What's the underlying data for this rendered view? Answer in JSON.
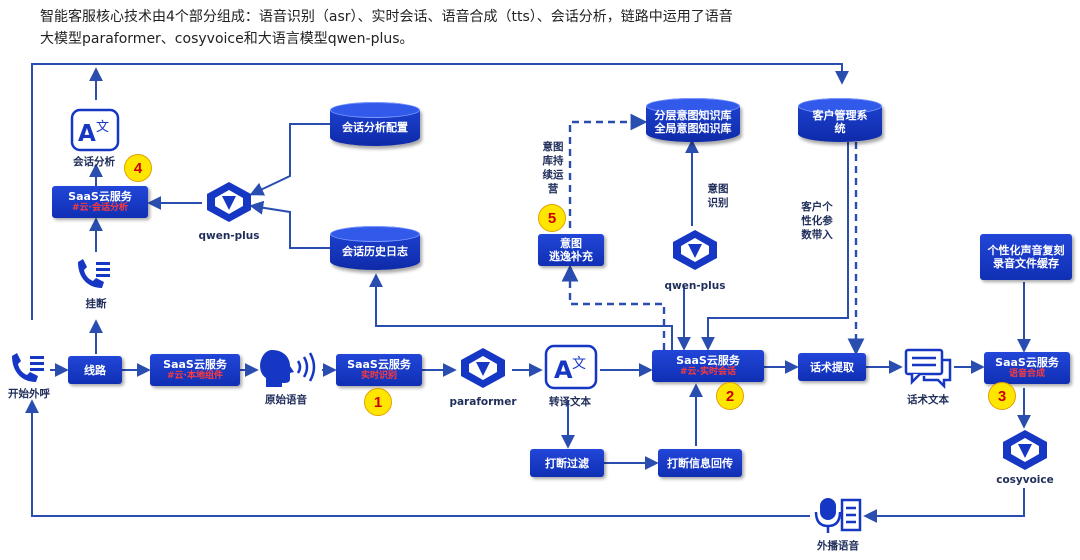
{
  "title": {
    "line1": "智能客服核心技术由4个部分组成：语音识别（asr）、实时会话、语音合成（tts）、会话分析，链路中运用了语音",
    "line2": "大模型paraformer、cosyvoice和大语言模型qwen-plus。"
  },
  "nodes": {
    "start_call": "开始外呼",
    "line": "线路",
    "saas1": {
      "title": "SaaS云服务",
      "sub": "#云·本地组件"
    },
    "raw_voice": "原始语音",
    "saas_asr": {
      "title": "SaaS云服务",
      "sub": "实时识别"
    },
    "paraformer": "paraformer",
    "transcribe_text": "转译文本",
    "saas_chat": {
      "title": "SaaS云服务",
      "sub": "#云·实时会话"
    },
    "script_extract": "话术提取",
    "script_text": "话术文本",
    "saas_tts": {
      "title": "SaaS云服务",
      "sub": "语音合成"
    },
    "cosyvoice": "cosyvoice",
    "outbound_voice": "外播语音",
    "interrupt_filter": "打断过滤",
    "interrupt_return": "打断信息回传",
    "hangup": "挂断",
    "saas_analysis": {
      "title": "SaaS云服务",
      "sub": "#云·会话分析"
    },
    "session_analysis": "会话分析",
    "qwen_plus_left": "qwen-plus",
    "db_analysis_config": "会话分析配置",
    "db_history_log": "会话历史日志",
    "intent_supplement": {
      "line1": "意图",
      "line2": "逃逸补充"
    },
    "intent_ops": "意图库持续运营",
    "db_knowledge": {
      "line1": "分层意图知识库",
      "line2": "全局意图知识库"
    },
    "intent_recognition": "意图识别",
    "qwen_plus_mid": "qwen-plus",
    "crm": {
      "line1": "客户管理系",
      "line2": "统"
    },
    "personal_params": "客户个性化参数带入",
    "voice_clone": {
      "line1": "个性化声音复刻",
      "line2": "录音文件缓存"
    }
  },
  "badges": [
    "1",
    "2",
    "3",
    "4",
    "5"
  ],
  "icons": {
    "phone": "phone-icon",
    "speaker": "speaking-head-icon",
    "qwen": "qwen-logo-icon",
    "translate": "translate-icon",
    "chat": "chat-bubbles-icon",
    "mic": "microphone-icon"
  },
  "colors": {
    "arrow": "#2a4db0",
    "box": "#1537c4",
    "badge": "#ffe600",
    "badge_text": "#cc0000",
    "highlight": "#ff3b3b"
  }
}
